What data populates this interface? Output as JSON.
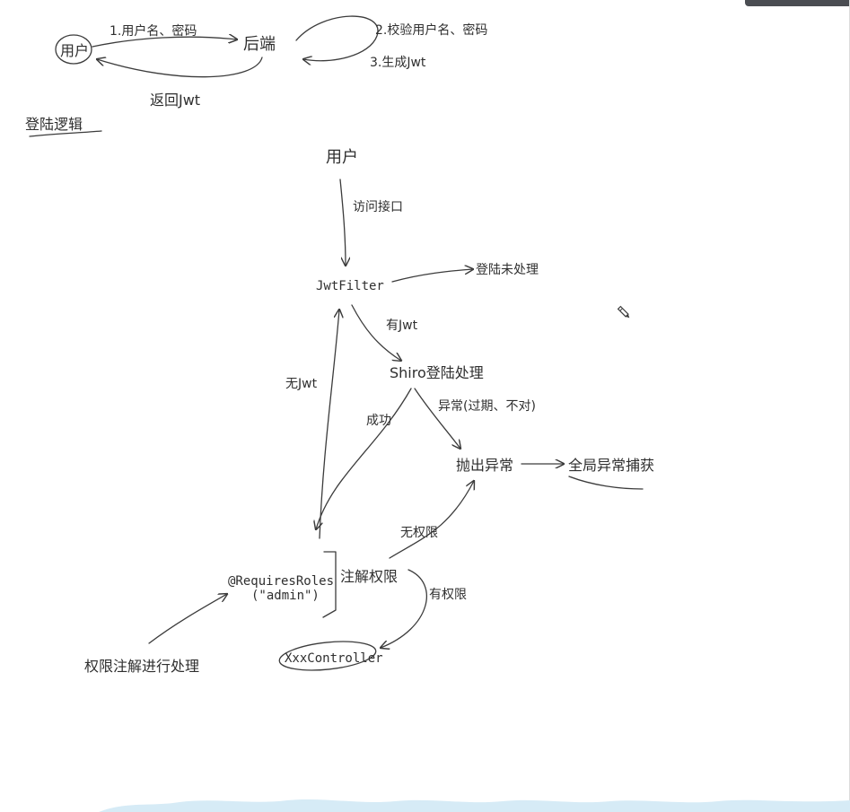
{
  "login": {
    "user_node": "用户",
    "backend_node": "后端",
    "send_credentials": "1.用户名、密码",
    "verify_step": "2.校验用户名、密码",
    "generate_step": "3.生成Jwt",
    "return_jwt": "返回Jwt",
    "section_title": "登陆逻辑"
  },
  "auth": {
    "user_node": "用户",
    "access_edge": "访问接口",
    "filter_node": "JwtFilter",
    "not_logged_in": "登陆未处理",
    "has_jwt_edge": "有Jwt",
    "shiro_node": "Shiro登陆处理",
    "no_jwt_edge": "无Jwt",
    "success_edge": "成功",
    "error_edge": "异常(过期、不对)",
    "throw_node": "抛出异常",
    "global_node": "全局异常捕获",
    "no_perm_edge": "无权限",
    "perm_check_node": "注解权限",
    "has_perm_edge": "有权限",
    "annotation_node": "@RequiresRoles",
    "annotation_arg": "(\"admin\")",
    "annotation_note": "权限注解进行处理",
    "controller_node": "XxxController"
  },
  "icons": {
    "pencil": "pencil-icon"
  },
  "colors": {
    "ink": "#3c3c3c",
    "wave": "#d6ebf6"
  }
}
